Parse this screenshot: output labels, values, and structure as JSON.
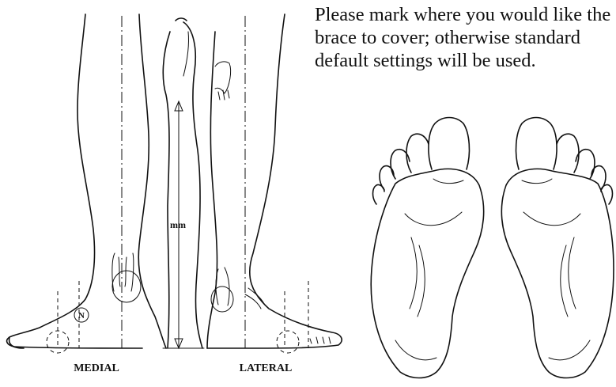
{
  "instruction": "Please mark where you would like the brace to cover; otherwise standard default settings will be used.",
  "labels": {
    "medial": "MEDIAL",
    "lateral": "LATERAL",
    "measurement": "mm",
    "marker": "N"
  }
}
